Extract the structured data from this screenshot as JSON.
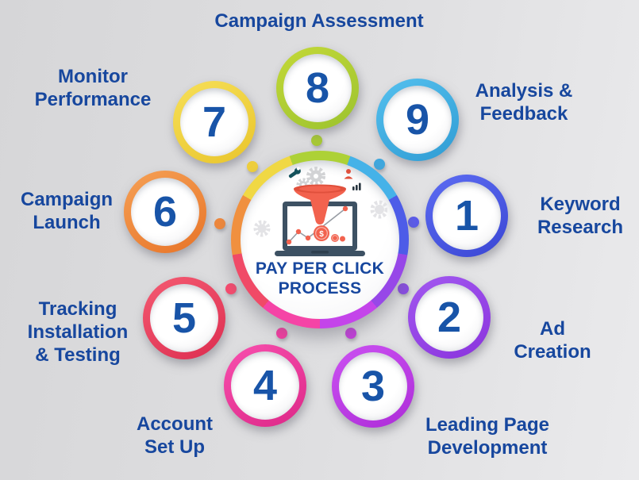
{
  "text_color": "#17479e",
  "number_color": "#1854a8",
  "background": {
    "from": "#d6d6d8",
    "to": "#eaeaec"
  },
  "center": {
    "title_lines": [
      "PAY PER CLICK",
      "PROCESS"
    ],
    "segments": [
      "#add136",
      "#45b2e8",
      "#4d5ce8",
      "#9747e8",
      "#c444ea",
      "#f544a6",
      "#f04a67",
      "#f0903f",
      "#f0d844"
    ],
    "illustration": {
      "name": "laptop-sales-funnel-analytics",
      "laptop": "#3d5163",
      "laptop_dark": "#2e3f4e",
      "funnel": "#f2624e",
      "funnel_dark": "#e0503c",
      "gear_gray": "#d2d3d5",
      "faint_gray": "#e3e3e6",
      "wrench_teal": "#14525c",
      "dark_icon": "#27353f",
      "chart_line": "#979ca3",
      "coin_symbol": "$"
    }
  },
  "steps": [
    {
      "num": "1",
      "label_lines": [
        "Keyword",
        "Research"
      ],
      "ring_from": "#5c6cf2",
      "ring_to": "#3a46d4",
      "dot": "#5b5bf0"
    },
    {
      "num": "2",
      "label_lines": [
        "Ad",
        "Creation"
      ],
      "ring_from": "#a259f0",
      "ring_to": "#8a33dd",
      "dot": "#8a4ae8"
    },
    {
      "num": "3",
      "label_lines": [
        "Leading Page",
        "Development"
      ],
      "ring_from": "#cb52f2",
      "ring_to": "#ad2cd8",
      "dot": "#c83be0"
    },
    {
      "num": "4",
      "label_lines": [
        "Account",
        "Set Up"
      ],
      "ring_from": "#f84fae",
      "ring_to": "#dd2888",
      "dot": "#f43ba0"
    },
    {
      "num": "5",
      "label_lines": [
        "Tracking",
        "Installation",
        "& Testing"
      ],
      "ring_from": "#f45b72",
      "ring_to": "#dd2d50",
      "dot": "#fa4a6e"
    },
    {
      "num": "6",
      "label_lines": [
        "Campaign",
        "Launch"
      ],
      "ring_from": "#f5a055",
      "ring_to": "#e87428",
      "dot": "#f0883c"
    },
    {
      "num": "7",
      "label_lines": [
        "Monitor",
        "Performance"
      ],
      "ring_from": "#f6df58",
      "ring_to": "#e9c52c",
      "dot": "#f0d03c"
    },
    {
      "num": "8",
      "label_lines": [
        "Campaign Assessment"
      ],
      "ring_from": "#c3d838",
      "ring_to": "#9cc32f",
      "dot": "#a9cb34"
    },
    {
      "num": "9",
      "label_lines": [
        "Analysis &",
        "Feedback"
      ],
      "ring_from": "#55c0ee",
      "ring_to": "#2f9cd4",
      "dot": "#3fa9e0"
    }
  ]
}
